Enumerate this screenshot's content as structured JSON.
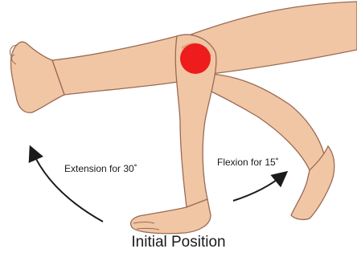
{
  "labels": {
    "extension": "Extension for 30˚",
    "flexion": "Flexion for 15˚",
    "caption": "Initial Position"
  },
  "colors": {
    "skin": "#f1c6a4",
    "skin_shadow": "#e0a783",
    "outline": "#9a6a55",
    "marker": "#ee1c1c",
    "arrow": "#1b1b1b"
  },
  "icons": {
    "knee_marker": "red-dot",
    "arrows": "curved-arrow"
  }
}
